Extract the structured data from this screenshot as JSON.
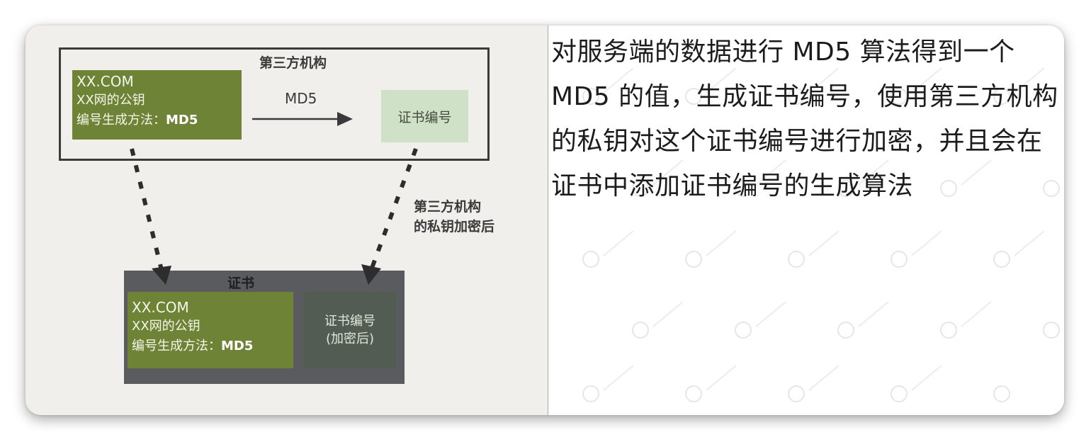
{
  "diagram": {
    "third_party_label": "第三方机构",
    "source_box": {
      "domain": "XX.COM",
      "public_key": "XX网的公钥",
      "method_prefix": "编号生成方法：",
      "method_value": "MD5"
    },
    "md5_label": "MD5",
    "cert_number_label": "证书编号",
    "side_label_line1": "第三方机构",
    "side_label_line2": "的私钥加密后",
    "certificate": {
      "title": "证书",
      "domain": "XX.COM",
      "public_key": "XX网的公钥",
      "method_prefix": "编号生成方法：",
      "method_value": "MD5",
      "encrypted_line1": "证书编号",
      "encrypted_line2": "(加密后)"
    }
  },
  "explanation": "对服务端的数据进行 MD5 算法得到一个 MD5 的值，生成证书编号，使用第三方机构的私钥对这个证书编号进行加密，并且会在证书中添加证书编号的生成算法",
  "colors": {
    "green_box": "#6e8336",
    "light_green_box": "#cfe2c7",
    "certificate_box": "#5a5b5e",
    "paper_background": "#f0efeb"
  }
}
